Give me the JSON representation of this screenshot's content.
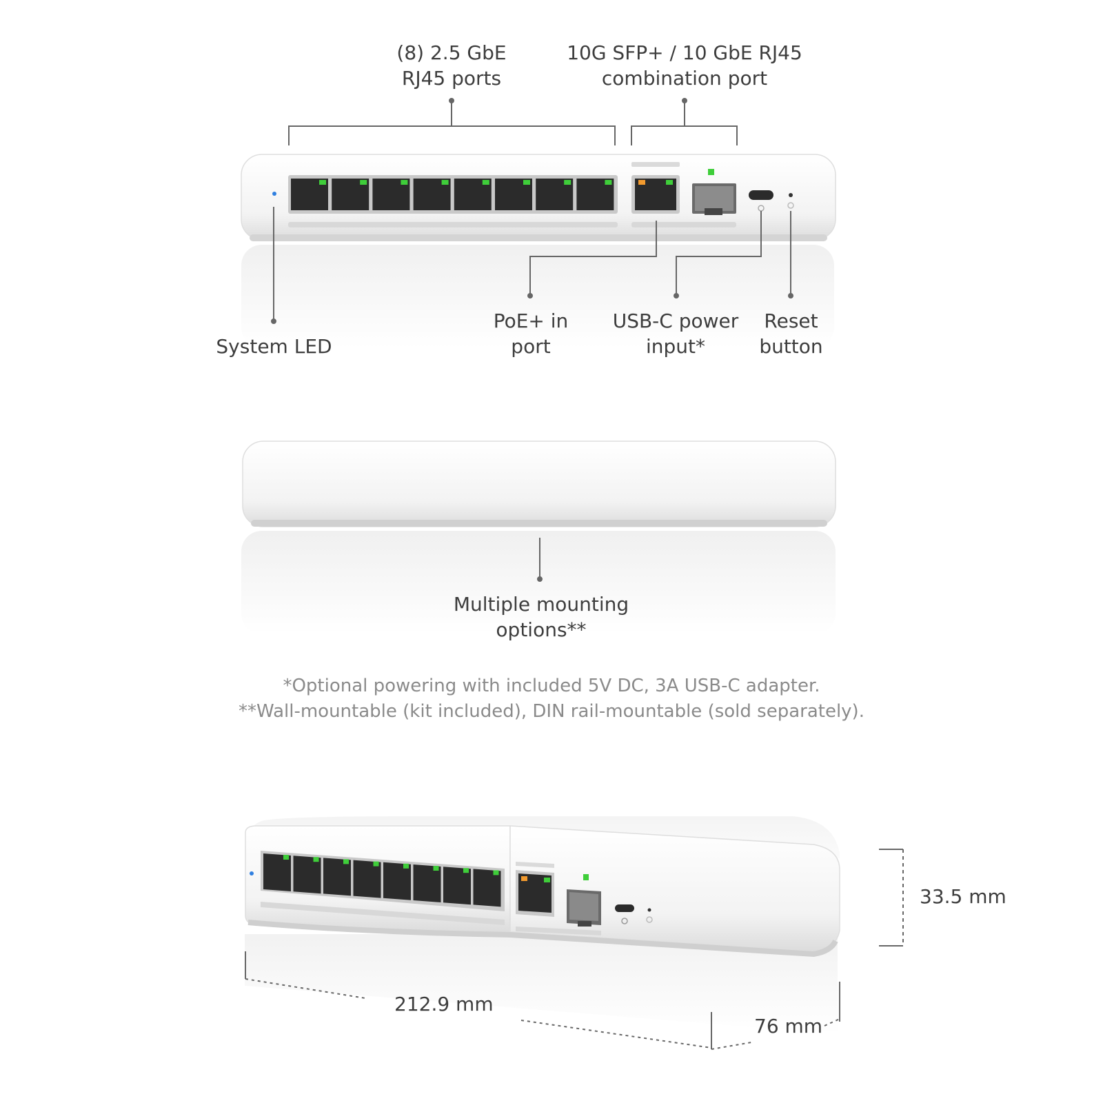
{
  "callouts": {
    "rj45_ports": [
      "(8) 2.5 GbE",
      "RJ45 ports"
    ],
    "combo_port": [
      "10G SFP+ / 10 GbE RJ45",
      "combination port"
    ],
    "system_led": [
      "System LED"
    ],
    "poe_in": [
      "PoE+ in",
      "port"
    ],
    "usbc_power": [
      "USB-C power",
      "input*"
    ],
    "reset": [
      "Reset",
      "button"
    ],
    "mounting": [
      "Multiple mounting",
      "options**"
    ]
  },
  "notes": [
    "*Optional powering with included 5V DC, 3A USB-C adapter.",
    "**Wall-mountable (kit included), DIN rail-mountable (sold separately)."
  ],
  "dimensions": {
    "height": "33.5 mm",
    "width": "212.9 mm",
    "depth": "76 mm"
  },
  "colors": {
    "led_blue": "#2f7fe0",
    "led_green": "#3fce3a",
    "led_orange": "#f29a2e",
    "device_white": "#f7f7f7",
    "callout_line": "#666666"
  },
  "icons": [
    "rj45-port-icon",
    "sfp-port-icon",
    "usb-c-icon",
    "reset-pinhole-icon",
    "status-led-icon"
  ]
}
